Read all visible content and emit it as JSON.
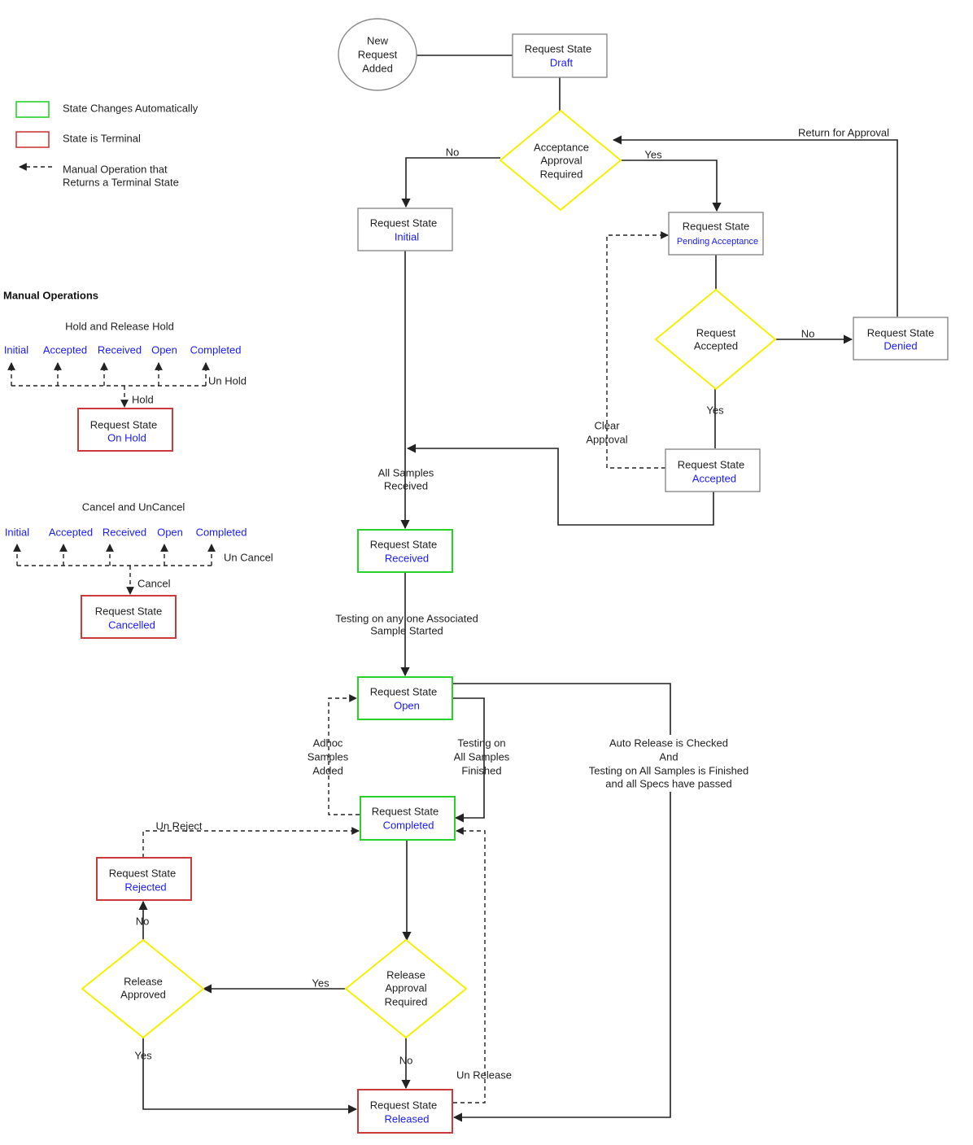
{
  "legend": {
    "auto": "State Changes Automatically",
    "terminal": "State is Terminal",
    "manual_line1": "Manual Operation that",
    "manual_line2": "Returns a Terminal State",
    "colors": {
      "auto": "#2bd12b",
      "terminal": "#cc3b3b",
      "decision": "#f5f000",
      "state_text": "#1a1aff"
    }
  },
  "manual_ops": {
    "title": "Manual Operations",
    "hold": {
      "title": "Hold and Release Hold",
      "states": [
        "Initial",
        "Accepted",
        "Received",
        "Open",
        "Completed"
      ],
      "unhold": "Un Hold",
      "hold": "Hold",
      "box_title": "Request State",
      "box_state": "On Hold"
    },
    "cancel": {
      "title": "Cancel and UnCancel",
      "states": [
        "Initial",
        "Accepted",
        "Received",
        "Open",
        "Completed"
      ],
      "uncancel": "Un Cancel",
      "cancel": "Cancel",
      "box_title": "Request State",
      "box_state": "Cancelled"
    }
  },
  "flow": {
    "start": [
      "New",
      "Request",
      "Added"
    ],
    "box_title": "Request State",
    "draft": "Draft",
    "acceptance_decision": [
      "Acceptance",
      "Approval",
      "Required"
    ],
    "initial": "Initial",
    "pending": "Pending Acceptance",
    "accepted_decision": [
      "Request",
      "Accepted"
    ],
    "denied": "Denied",
    "accepted": "Accepted",
    "received": "Received",
    "open": "Open",
    "completed": "Completed",
    "release_decision": [
      "Release",
      "Approval",
      "Required"
    ],
    "release_approved": [
      "Release",
      "Approved"
    ],
    "rejected": "Rejected",
    "released": "Released"
  },
  "labels": {
    "no": "No",
    "yes": "Yes",
    "return_for_approval": "Return for Approval",
    "clear_approval": [
      "Clear",
      "Approval"
    ],
    "all_samples_received": [
      "All Samples",
      "Received"
    ],
    "testing_any": [
      "Testing on any one Associated",
      "Sample Started"
    ],
    "adhoc": [
      "Adhoc",
      "Samples",
      "Added"
    ],
    "testing_all": [
      "Testing on",
      "All Samples",
      "Finished"
    ],
    "auto_release": [
      "Auto Release is Checked",
      "And",
      "Testing on All Samples is Finished",
      "and all Specs have passed"
    ],
    "un_reject": "Un Reject",
    "un_release": "Un Release"
  }
}
